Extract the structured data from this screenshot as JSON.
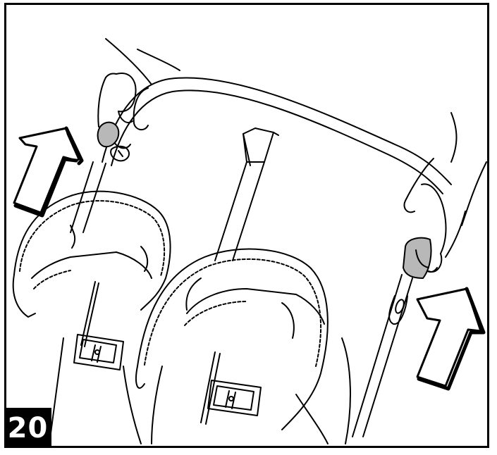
{
  "step": {
    "number": "20"
  },
  "colors": {
    "line": "#000000",
    "button_fill": "#b8b8b8",
    "background": "#ffffff"
  },
  "illustration": {
    "icons": [
      "up-arrow-icon-left",
      "up-arrow-icon-right",
      "release-button-left",
      "release-button-right",
      "hand-left",
      "hand-right",
      "handlebar",
      "seat-left",
      "seat-right"
    ]
  }
}
